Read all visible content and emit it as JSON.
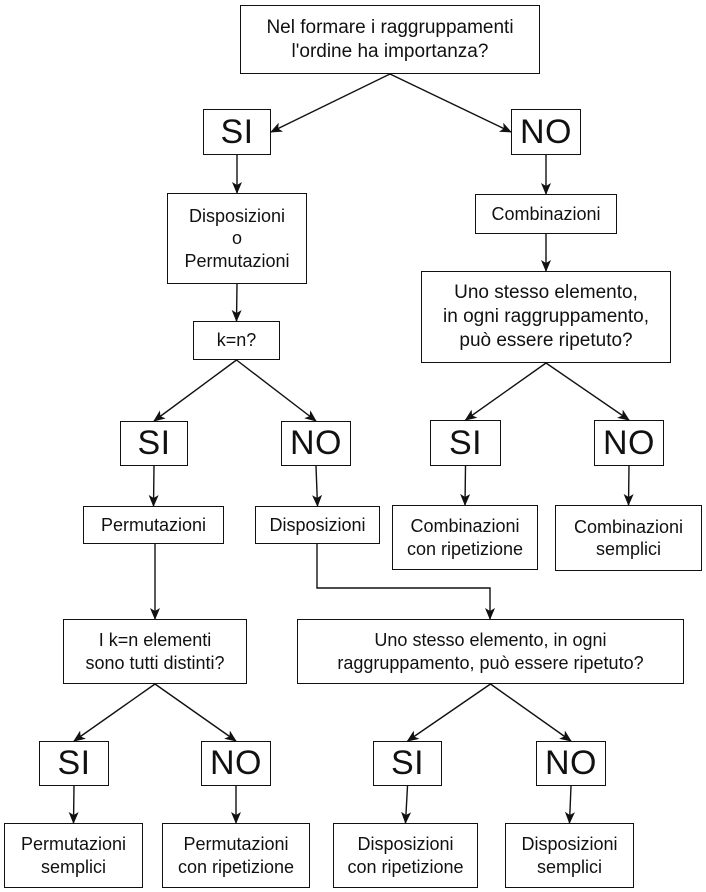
{
  "nodes": {
    "root": "Nel formare i raggruppamenti\nl'ordine ha importanza?",
    "si_top": "SI",
    "no_top": "NO",
    "disp_perm": "Disposizioni\no\nPermutazioni",
    "combinazioni": "Combinazioni",
    "k_eq_n": "k=n?",
    "comb_question": "Uno stesso elemento,\nin ogni raggruppamento,\npuò essere ripetuto?",
    "si_k": "SI",
    "no_k": "NO",
    "si_comb": "SI",
    "no_comb": "NO",
    "permutazioni": "Permutazioni",
    "disposizioni": "Disposizioni",
    "comb_rip": "Combinazioni\ncon ripetizione",
    "comb_semp": "Combinazioni\nsemplici",
    "perm_question": "I k=n elementi\nsono tutti distinti?",
    "disp_question": "Uno stesso elemento, in ogni\nraggruppamento, può essere ripetuto?",
    "si_perm": "SI",
    "no_perm": "NO",
    "si_disp": "SI",
    "no_disp": "NO",
    "perm_semp": "Permutazioni\nsemplici",
    "perm_rip": "Permutazioni\ncon ripetizione",
    "disp_rip": "Disposizioni\ncon ripetizione",
    "disp_semp": "Disposizioni\nsemplici"
  },
  "edges": [
    [
      "root",
      "si_top"
    ],
    [
      "root",
      "no_top"
    ],
    [
      "si_top",
      "disp_perm"
    ],
    [
      "no_top",
      "combinazioni"
    ],
    [
      "disp_perm",
      "k_eq_n"
    ],
    [
      "combinazioni",
      "comb_question"
    ],
    [
      "k_eq_n",
      "si_k"
    ],
    [
      "k_eq_n",
      "no_k"
    ],
    [
      "comb_question",
      "si_comb"
    ],
    [
      "comb_question",
      "no_comb"
    ],
    [
      "si_k",
      "permutazioni"
    ],
    [
      "no_k",
      "disposizioni"
    ],
    [
      "si_comb",
      "comb_rip"
    ],
    [
      "no_comb",
      "comb_semp"
    ],
    [
      "permutazioni",
      "perm_question"
    ],
    [
      "disposizioni",
      "disp_question"
    ],
    [
      "perm_question",
      "si_perm"
    ],
    [
      "perm_question",
      "no_perm"
    ],
    [
      "disp_question",
      "si_disp"
    ],
    [
      "disp_question",
      "no_disp"
    ],
    [
      "si_perm",
      "perm_semp"
    ],
    [
      "no_perm",
      "perm_rip"
    ],
    [
      "si_disp",
      "disp_rip"
    ],
    [
      "no_disp",
      "disp_semp"
    ]
  ],
  "colors": {
    "line": "#111111",
    "background": "#ffffff"
  }
}
